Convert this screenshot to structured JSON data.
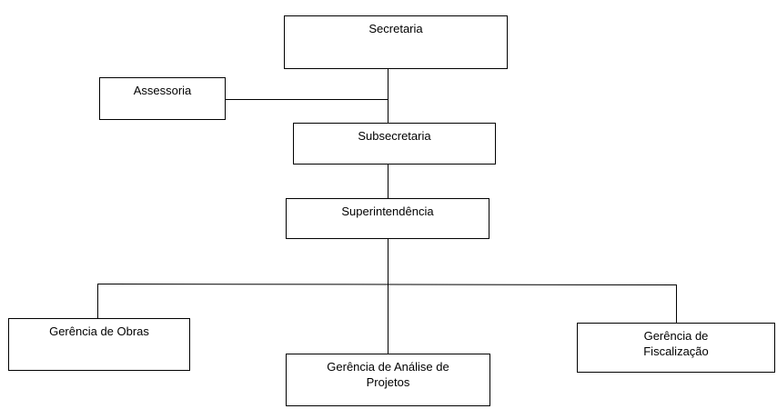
{
  "chart": {
    "nodes": {
      "secretaria": "Secretaria",
      "assessoria": "Assessoria",
      "subsecretaria": "Subsecretaria",
      "superintendencia": "Superintendência",
      "gerencia_obras": "Gerência de Obras",
      "gerencia_analise": "Gerência de Análise de\nProjetos",
      "gerencia_fiscalizacao": "Gerência de\nFiscalização"
    },
    "line_color": "#000000",
    "box_border_color": "#000000"
  }
}
